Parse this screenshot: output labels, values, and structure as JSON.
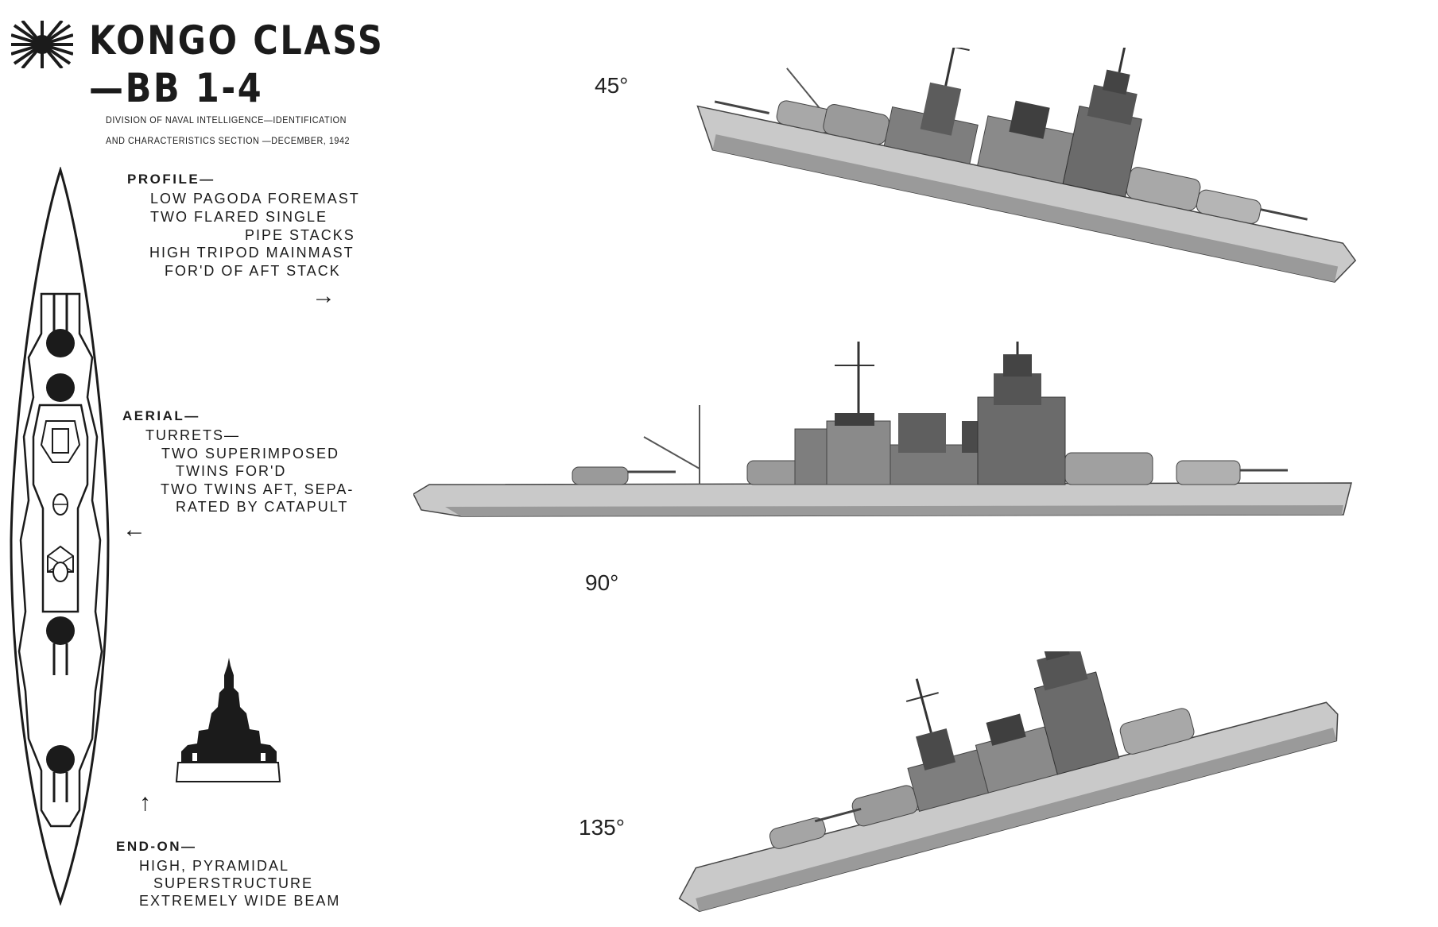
{
  "header": {
    "title_line1": "KONGO CLASS",
    "title_line2": "—BB 1-4",
    "source_line1": "DIVISION OF NAVAL INTELLIGENCE—IDENTIFICATION",
    "source_line2": "AND CHARACTERISTICS SECTION —DECEMBER, 1942"
  },
  "profile": {
    "heading": "PROFILE—",
    "lines": [
      "LOW PAGODA FOREMAST",
      "TWO FLARED SINGLE",
      "PIPE STACKS",
      "HIGH TRIPOD MAINMAST",
      "FOR'D OF AFT STACK"
    ],
    "arrow": "→"
  },
  "aerial": {
    "heading": "AERIAL—",
    "sub": "TURRETS—",
    "lines": [
      "TWO SUPERIMPOSED",
      "TWINS FOR'D",
      "TWO TWINS AFT, SEPA-",
      "RATED BY CATAPULT"
    ],
    "arrow": "←"
  },
  "endon": {
    "heading": "END-ON—",
    "lines": [
      "HIGH, PYRAMIDAL",
      "SUPERSTRUCTURE",
      "EXTREMELY WIDE BEAM"
    ],
    "arrow": "↑"
  },
  "views": [
    {
      "angle": "45°"
    },
    {
      "angle": "90°"
    },
    {
      "angle": "135°"
    }
  ],
  "colors": {
    "ink": "#1b1b1b",
    "hull": "#c9c9c9",
    "hull_dark": "#8a8a8a",
    "superstructure": "#6e6e6e"
  }
}
